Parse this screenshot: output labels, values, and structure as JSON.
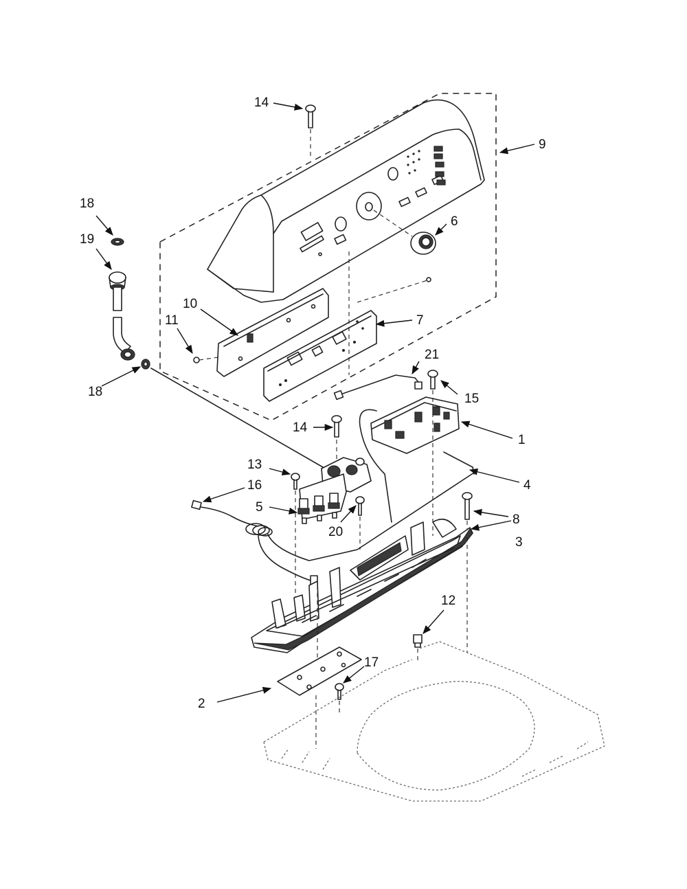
{
  "callouts": {
    "c14a": "14",
    "c9": "9",
    "c18a": "18",
    "c19": "19",
    "c6": "6",
    "c10": "10",
    "c7": "7",
    "c11": "11",
    "c21": "21",
    "c18b": "18",
    "c15": "15",
    "c14b": "14",
    "c1": "1",
    "c13": "13",
    "c16": "16",
    "c4": "4",
    "c5": "5",
    "c20": "20",
    "c8": "8",
    "c3": "3",
    "c12": "12",
    "c17": "17",
    "c2": "2"
  },
  "colors": {
    "line": "#222222",
    "background": "#ffffff",
    "light_base": "#6a6a6a"
  }
}
